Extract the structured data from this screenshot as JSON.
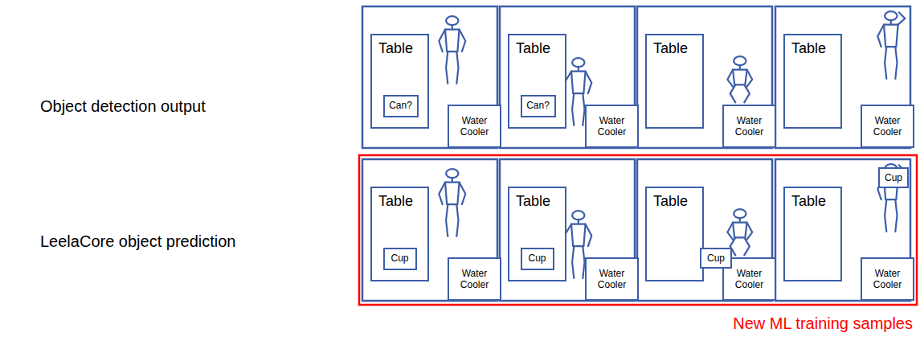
{
  "diagram": {
    "nodes": [
      {
        "text": [
          "Table"
        ]
      },
      {
        "text": [
          "Can?"
        ],
        "in": 0
      },
      {
        "text": [
          "Water Cooler"
        ]
      },
      {
        "text": [
          "Table"
        ]
      },
      {
        "text": [
          "Can?"
        ],
        "in": 3
      },
      {
        "text": [
          "Water Cooler"
        ]
      },
      {
        "text": [
          "Table"
        ]
      },
      {
        "text": [
          "Water Cooler"
        ]
      },
      {
        "text": [
          "Table"
        ]
      },
      {
        "text": [
          "Water Cooler"
        ]
      },
      {
        "text": [
          "Table"
        ]
      },
      {
        "text": [
          "Cup"
        ],
        "in": 10
      },
      {
        "text": [
          "Water Cooler"
        ]
      },
      {
        "text": [
          "Table"
        ]
      },
      {
        "text": [
          "Cup"
        ],
        "in": 13
      },
      {
        "text": [
          "Water Cooler"
        ]
      },
      {
        "text": [
          "Table"
        ]
      },
      {
        "text": [
          "Water Cooler"
        ]
      },
      {
        "text": [
          "Cup"
        ]
      },
      {
        "text": [
          "Table"
        ]
      },
      {
        "text": [
          "Water Cooler"
        ]
      },
      {
        "text": [
          "Cup"
        ]
      }
    ],
    "labels": [
      "Object detection output",
      "LeelaCore object prediction",
      "New ML training samples"
    ]
  }
}
